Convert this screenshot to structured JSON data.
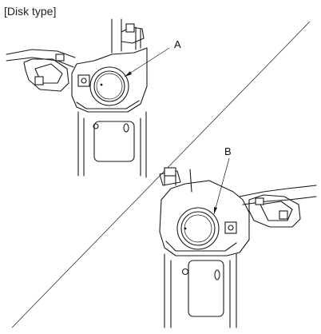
{
  "header": {
    "caption": "[Disk type]"
  },
  "callouts": [
    {
      "label": "A"
    },
    {
      "label": "B"
    }
  ],
  "colors": {
    "ink": "#1a1a1a",
    "background": "#ffffff",
    "shade": "#9a9a9a"
  }
}
